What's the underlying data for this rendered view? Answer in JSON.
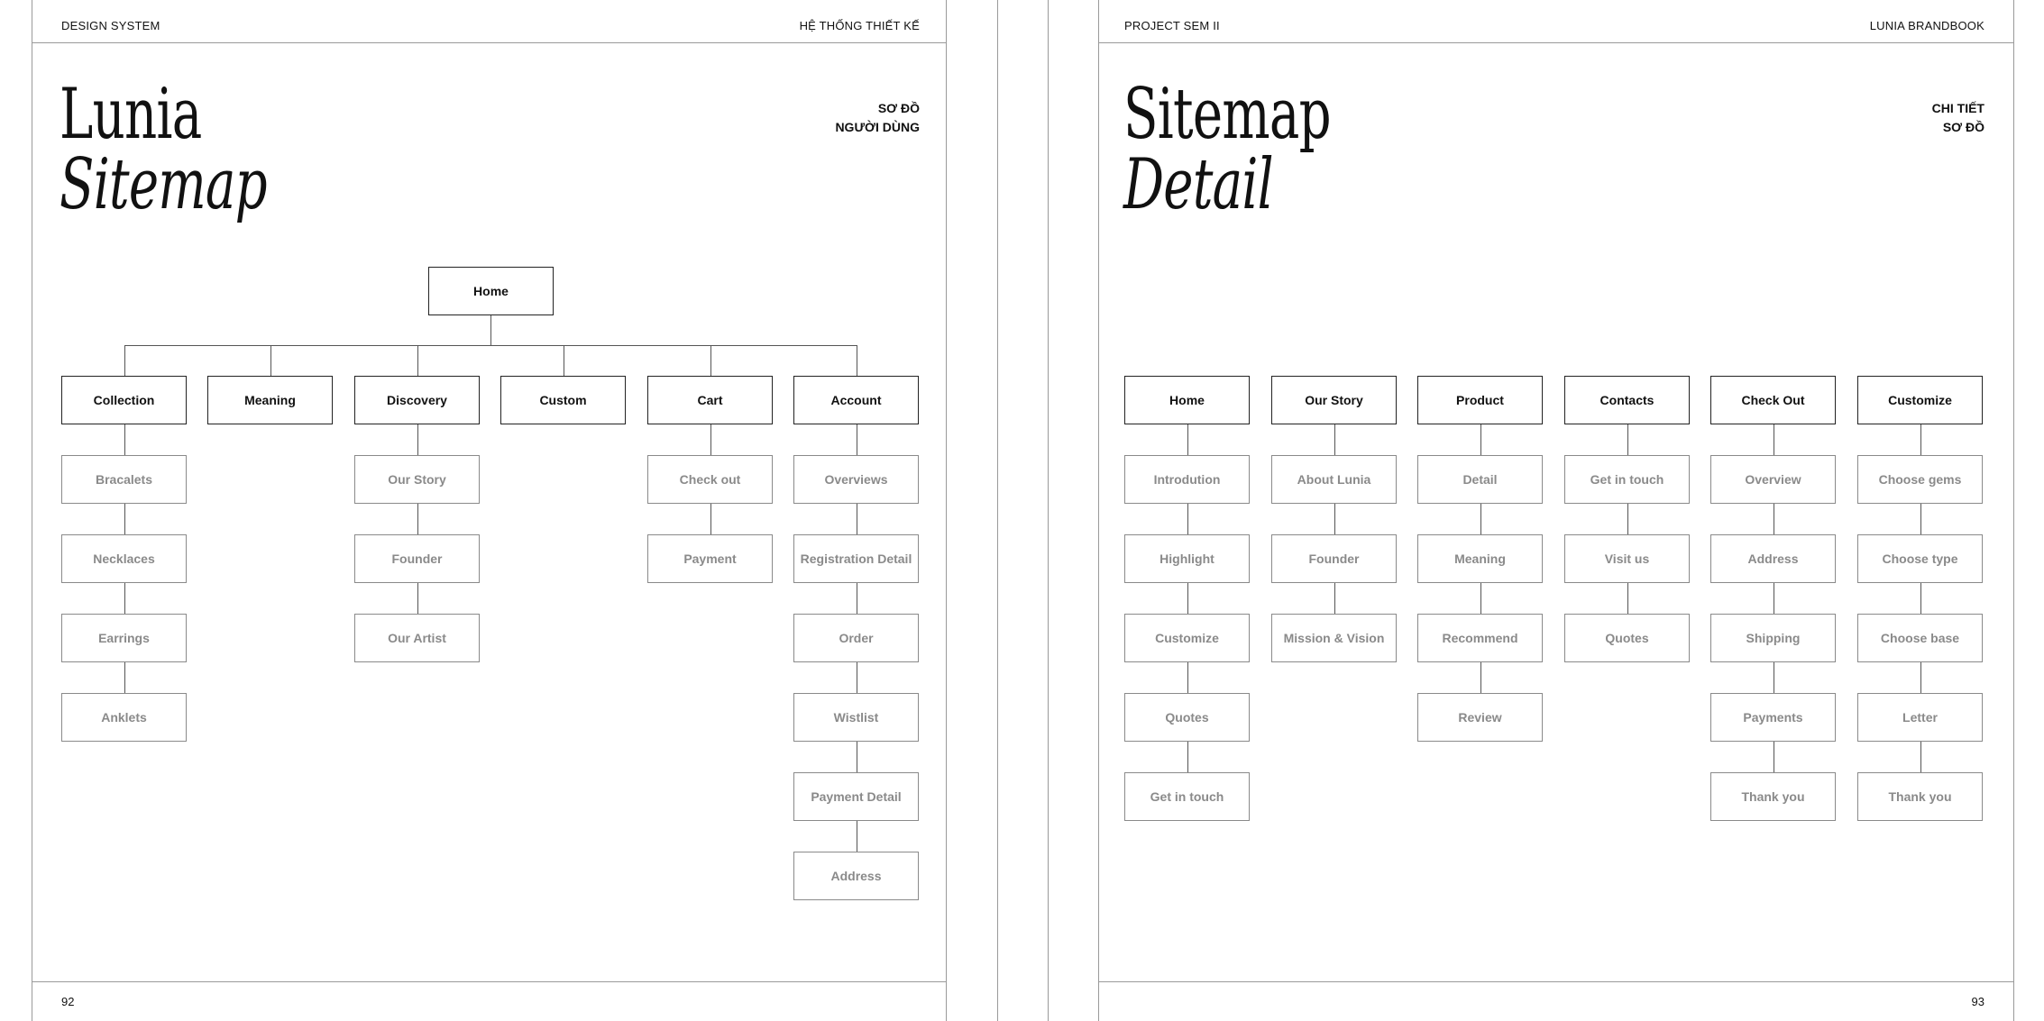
{
  "left_page": {
    "header_left": "DESIGN SYSTEM",
    "header_right": "HỆ THỐNG THIẾT KẾ",
    "title_line1": "Lunia",
    "title_line2": "Sitemap",
    "subtitle_line1": "SƠ ĐỒ",
    "subtitle_line2": "NGƯỜI DÙNG",
    "page_number": "92",
    "root": "Home",
    "columns": [
      {
        "label": "Collection",
        "children": [
          "Bracalets",
          "Necklaces",
          "Earrings",
          "Anklets"
        ]
      },
      {
        "label": "Meaning",
        "children": []
      },
      {
        "label": "Discovery",
        "children": [
          "Our Story",
          "Founder",
          "Our Artist"
        ]
      },
      {
        "label": "Custom",
        "children": []
      },
      {
        "label": "Cart",
        "children": [
          "Check out",
          "Payment"
        ]
      },
      {
        "label": "Account",
        "children": [
          "Overviews",
          "Registration Detail",
          "Order",
          "Wistlist",
          "Payment Detail",
          "Address"
        ]
      }
    ]
  },
  "right_page": {
    "header_left": "PROJECT SEM II",
    "header_right": "LUNIA BRANDBOOK",
    "title_line1": "Sitemap",
    "title_line2": "Detail",
    "subtitle_line1": "CHI TIẾT",
    "subtitle_line2": "SƠ ĐỒ",
    "page_number": "93",
    "columns": [
      {
        "label": "Home",
        "children": [
          "Introdution",
          "Highlight",
          "Customize",
          "Quotes",
          "Get in touch"
        ]
      },
      {
        "label": "Our Story",
        "children": [
          "About Lunia",
          "Founder",
          "Mission & Vision"
        ]
      },
      {
        "label": "Product",
        "children": [
          "Detail",
          "Meaning",
          "Recommend",
          "Review"
        ]
      },
      {
        "label": "Contacts",
        "children": [
          "Get in touch",
          "Visit us",
          "Quotes"
        ]
      },
      {
        "label": "Check Out",
        "children": [
          "Overview",
          "Address",
          "Shipping",
          "Payments",
          "Thank you"
        ]
      },
      {
        "label": "Customize",
        "children": [
          "Choose gems",
          "Choose type",
          "Choose base",
          "Letter",
          "Thank you"
        ]
      }
    ]
  }
}
